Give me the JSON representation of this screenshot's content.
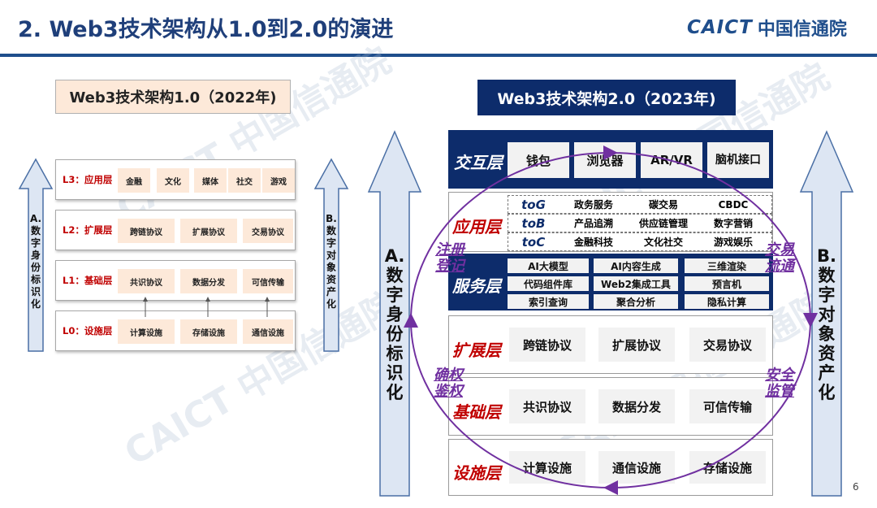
{
  "header": {
    "title": "2. Web3技术架构从1.0到2.0的演进",
    "logo_en": "CAICT",
    "logo_cn": "中国信通院"
  },
  "watermark": "CAICT 中国信通院",
  "v1": {
    "title": "Web3技术架构1.0（2022年)",
    "left_arrow": [
      "A.",
      "数",
      "字",
      "身",
      "份",
      "标",
      "识",
      "化"
    ],
    "right_arrow": [
      "B.",
      "数",
      "字",
      "对",
      "象",
      "资",
      "产",
      "化"
    ],
    "layers": [
      {
        "label": "L3：应用层",
        "items": [
          "金融",
          "文化",
          "媒体",
          "社交",
          "游戏"
        ]
      },
      {
        "label": "L2：扩展层",
        "items": [
          "跨链协议",
          "扩展协议",
          "交易协议"
        ]
      },
      {
        "label": "L1：基础层",
        "items": [
          "共识协议",
          "数据分发",
          "可信传输"
        ]
      },
      {
        "label": "L0：设施层",
        "items": [
          "计算设施",
          "存储设施",
          "通信设施"
        ]
      }
    ]
  },
  "v2": {
    "title": "Web3技术架构2.0（2023年)",
    "left_arrow": [
      "A.",
      "数",
      "字",
      "身",
      "份",
      "标",
      "识",
      "化"
    ],
    "right_arrow": [
      "B.",
      "数",
      "字",
      "对",
      "象",
      "资",
      "产",
      "化"
    ],
    "interaction": {
      "label": "交互层",
      "items": [
        "钱包",
        "浏览器",
        "AR/VR",
        "脑机接口"
      ]
    },
    "application": {
      "label": "应用层",
      "rows": [
        {
          "key": "toG",
          "items": [
            "政务服务",
            "碳交易",
            "CBDC"
          ]
        },
        {
          "key": "toB",
          "items": [
            "产品追溯",
            "供应链管理",
            "数字营销"
          ]
        },
        {
          "key": "toC",
          "items": [
            "金融科技",
            "文化社交",
            "游戏娱乐"
          ]
        }
      ]
    },
    "service": {
      "label": "服务层",
      "grid": [
        [
          "AI大模型",
          "AI内容生成",
          "三维渲染"
        ],
        [
          "代码组件库",
          "Web2集成工具",
          "预言机"
        ],
        [
          "索引查询",
          "聚合分析",
          "隐私计算"
        ]
      ]
    },
    "extension": {
      "label": "扩展层",
      "items": [
        "跨链协议",
        "扩展协议",
        "交易协议"
      ]
    },
    "base": {
      "label": "基础层",
      "items": [
        "共识协议",
        "数据分发",
        "可信传输"
      ]
    },
    "facility": {
      "label": "设施层",
      "items": [
        "计算设施",
        "通信设施",
        "存储设施"
      ]
    },
    "cycle": {
      "register": [
        "注册",
        "登记"
      ],
      "trade": [
        "交易",
        "流通"
      ],
      "confirm": [
        "确权",
        "鉴权"
      ],
      "safety": [
        "安全",
        "监管"
      ]
    }
  },
  "page_number": "6",
  "colors": {
    "navy": "#0d2c6b",
    "label_red": "#c00000",
    "chip_peach": "#fde9d9",
    "cycle_purple": "#7030a0",
    "arrow_fill": "#dde6f3",
    "arrow_stroke": "#4a6fa5"
  }
}
